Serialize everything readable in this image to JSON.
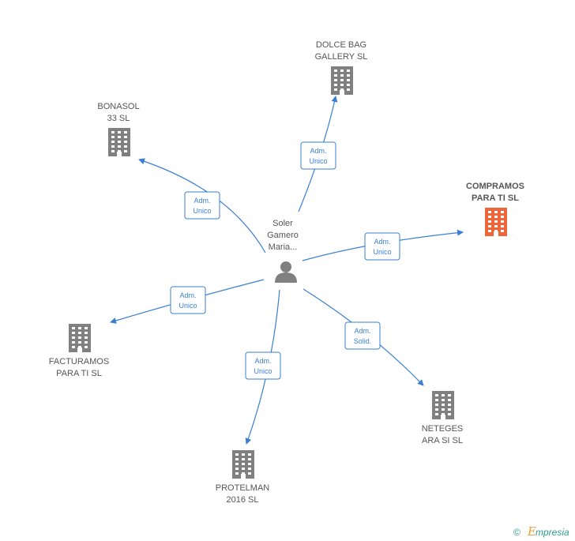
{
  "person": {
    "name_lines": [
      "Soler",
      "Gamero",
      "Maria..."
    ],
    "icon": "person-icon"
  },
  "companies": [
    {
      "id": "dolce",
      "lines": [
        "DOLCE BAG",
        "GALLERY  SL"
      ],
      "icon": "building-icon",
      "highlight": false
    },
    {
      "id": "bonasol",
      "lines": [
        "BONASOL",
        "33  SL"
      ],
      "icon": "building-icon",
      "highlight": false
    },
    {
      "id": "compramos",
      "lines": [
        "COMPRAMOS",
        "PARA TI  SL"
      ],
      "icon": "building-icon",
      "highlight": true
    },
    {
      "id": "facturamos",
      "lines": [
        "FACTURAMOS",
        "PARA TI  SL"
      ],
      "icon": "building-icon",
      "highlight": false
    },
    {
      "id": "protelman",
      "lines": [
        "PROTELMAN",
        "2016  SL"
      ],
      "icon": "building-icon",
      "highlight": false
    },
    {
      "id": "neteges",
      "lines": [
        "NETEGES",
        "ARA SI  SL"
      ],
      "icon": "building-icon",
      "highlight": false
    }
  ],
  "relations": [
    {
      "to": "dolce",
      "lines": [
        "Adm.",
        "Unico"
      ]
    },
    {
      "to": "bonasol",
      "lines": [
        "Adm.",
        "Unico"
      ]
    },
    {
      "to": "compramos",
      "lines": [
        "Adm.",
        "Unico"
      ]
    },
    {
      "to": "facturamos",
      "lines": [
        "Adm.",
        "Unico"
      ]
    },
    {
      "to": "protelman",
      "lines": [
        "Adm.",
        "Unico"
      ]
    },
    {
      "to": "neteges",
      "lines": [
        "Adm.",
        "Solid."
      ]
    }
  ],
  "colors": {
    "edge": "#3a7fd5",
    "building": "#808080",
    "building_highlight": "#f0643a",
    "person": "#808080",
    "brand": "#2e9a8f"
  },
  "footer": {
    "copyright_symbol": "©",
    "brand": "Empresia",
    "brand_initial": "E",
    "brand_rest": "mpresia"
  }
}
